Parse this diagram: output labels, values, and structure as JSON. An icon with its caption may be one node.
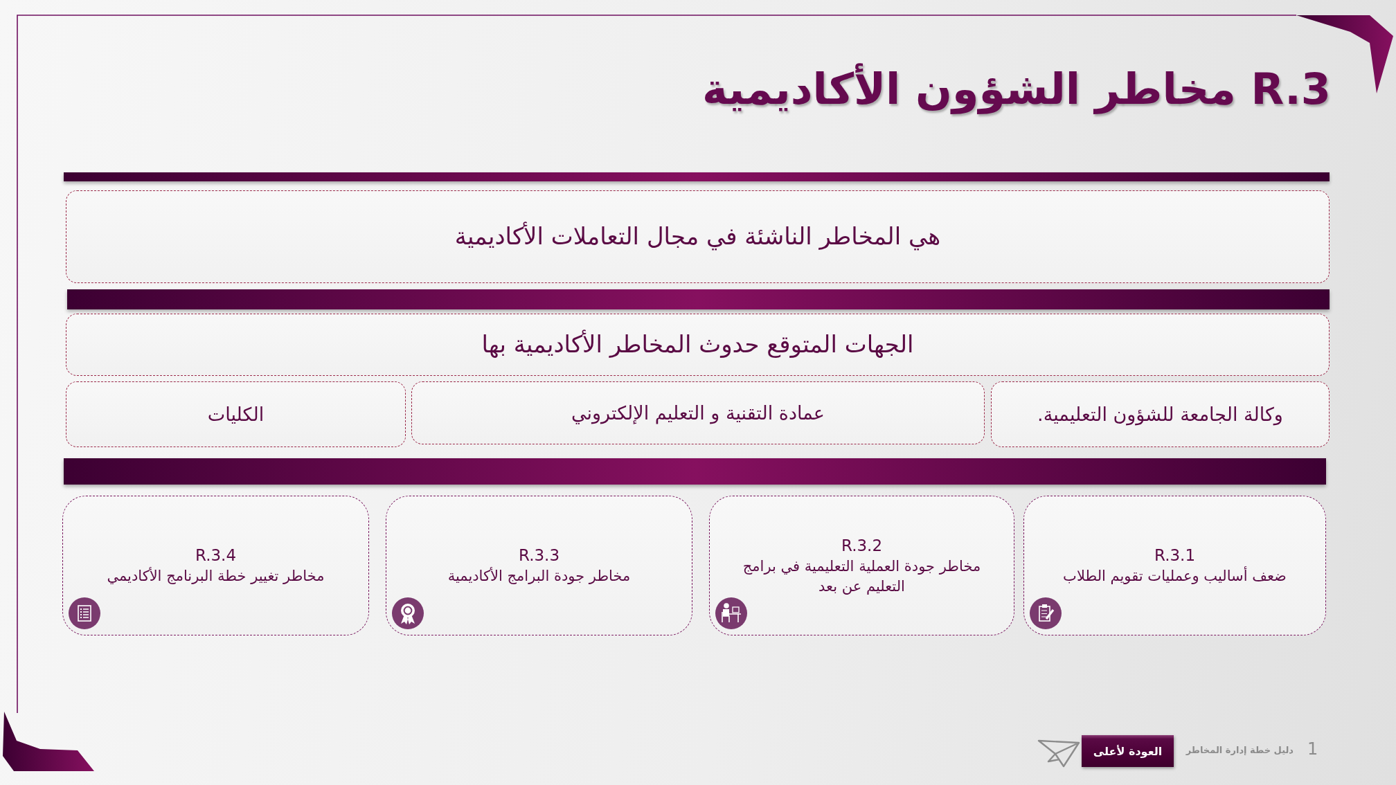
{
  "diagram": {
    "title": "R.3 مخاطر الشؤون الأكاديمية",
    "nodes": [
      {
        "text": [],
        "shape": "bar"
      },
      {
        "text": [
          "هي المخاطر الناشئة في مجال التعاملات الأكاديمية"
        ]
      },
      {
        "text": [],
        "shape": "bar"
      },
      {
        "text": [
          "الجهات المتوقع حدوث المخاطر الأكاديمية بها"
        ]
      },
      {
        "text": [
          "وكالة الجامعة للشؤون التعليمية."
        ]
      },
      {
        "text": [
          "عمادة التقنية و التعليم الإلكتروني"
        ]
      },
      {
        "text": [
          "الكليات"
        ]
      },
      {
        "text": [],
        "shape": "bar"
      },
      {
        "text": [
          "R.3.1",
          "ضعف أساليب وعمليات تقويم الطلاب"
        ]
      },
      {
        "text": [
          "R.3.2",
          "مخاطر جودة العملية التعليمية في برامج التعليم عن بعد"
        ]
      },
      {
        "text": [
          "R.3.3",
          "مخاطر جودة البرامج الأكاديمية"
        ]
      },
      {
        "text": [
          "R.3.4",
          "مخاطر تغيير خطة البرنامج الأكاديمي"
        ]
      },
      {
        "text": [
          "العودة لأعلى"
        ]
      }
    ],
    "labels": [
      "1",
      "دليل خطة إدارة المخاطر"
    ]
  }
}
